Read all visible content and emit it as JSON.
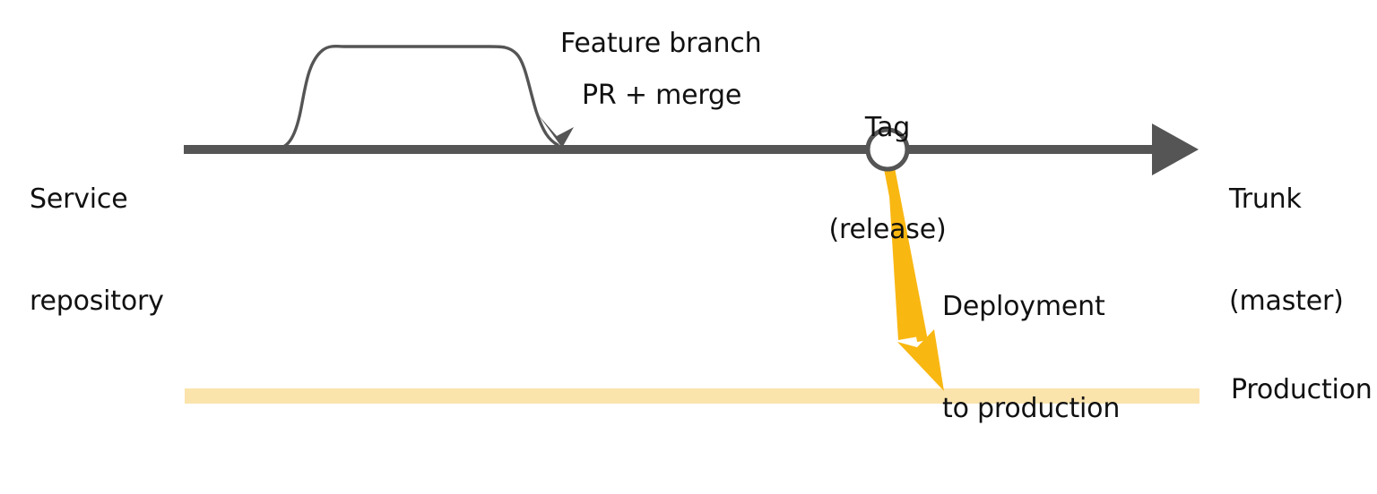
{
  "diagram": {
    "title": "Trunk based development with release tag and production deployment",
    "colors": {
      "trunk": "#555555",
      "branch": "#555555",
      "deployment_arrow": "#F9B712",
      "production_bar": "#FBE3AC",
      "text": "#111111",
      "background": "#FFFFFF",
      "tag_fill": "#FFFFFF"
    },
    "labels": {
      "service_repository": {
        "line1": "Service",
        "line2": "repository"
      },
      "feature_branch": "Feature branch",
      "pr_merge": "PR + merge",
      "tag": {
        "line1": "Tag",
        "line2": "(release)"
      },
      "trunk": {
        "line1": "Trunk",
        "line2": "(master)"
      },
      "deployment": {
        "line1": "Deployment",
        "line2": "to production"
      },
      "production": "Production"
    },
    "elements": {
      "trunk_line": "trunk-timeline-arrow",
      "feature_branch_curve": "feature-branch-curve",
      "merge_arrow": "merge-arrowhead",
      "tag_marker": "tag-circle-marker",
      "deployment_arrow": "deployment-arrow",
      "production_bar": "production-lane-bar"
    }
  }
}
